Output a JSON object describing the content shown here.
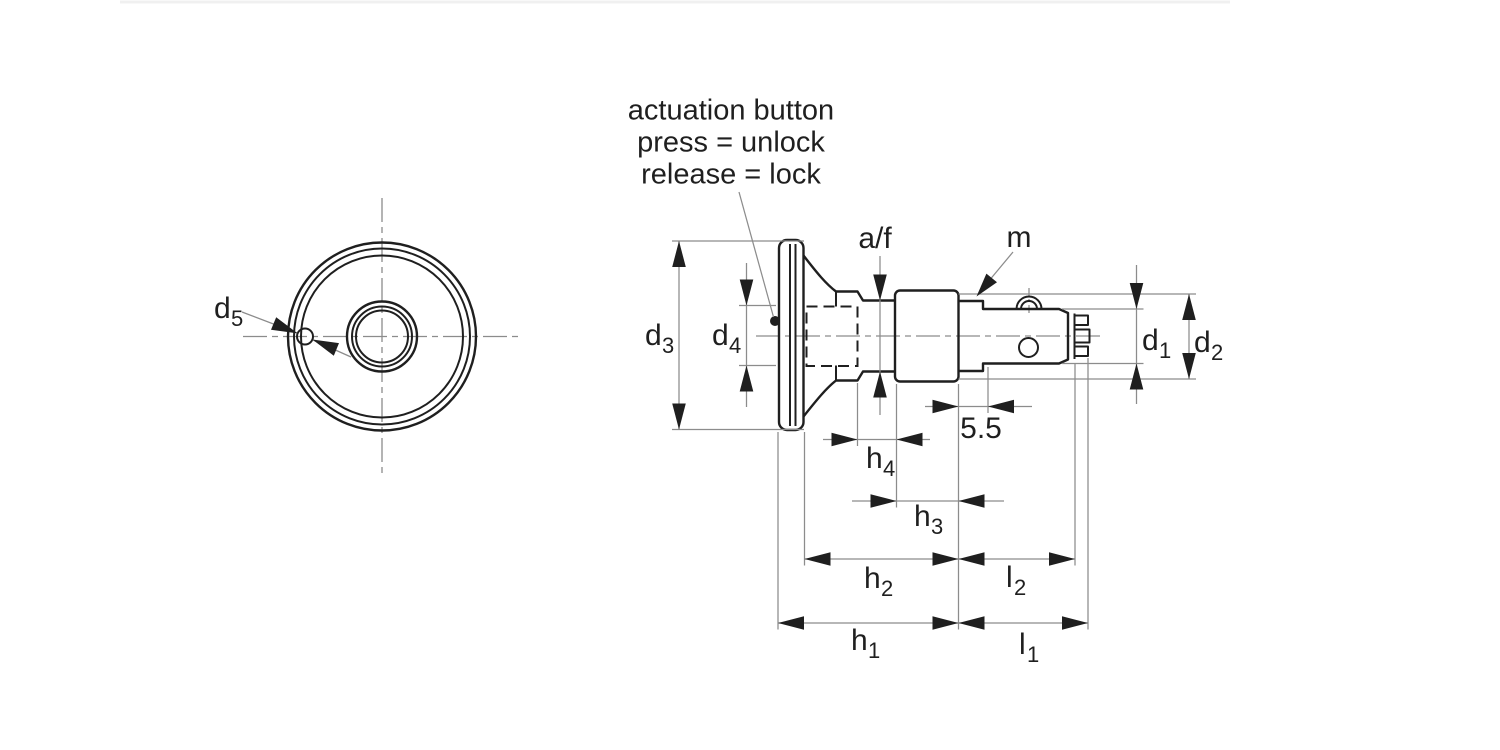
{
  "annotation": {
    "line1": "actuation button",
    "line2": "press = unlock",
    "line3": "release = lock"
  },
  "labels": {
    "d5": {
      "base": "d",
      "sub": "5"
    },
    "d3": {
      "base": "d",
      "sub": "3"
    },
    "d4": {
      "base": "d",
      "sub": "4"
    },
    "d1": {
      "base": "d",
      "sub": "1"
    },
    "d2": {
      "base": "d",
      "sub": "2"
    },
    "h4": {
      "base": "h",
      "sub": "4"
    },
    "h3": {
      "base": "h",
      "sub": "3"
    },
    "h2": {
      "base": "h",
      "sub": "2"
    },
    "h1": {
      "base": "h",
      "sub": "1"
    },
    "l2": {
      "base": "l",
      "sub": "2"
    },
    "l1": {
      "base": "l",
      "sub": "1"
    },
    "af": "a/f",
    "m": "m",
    "thread_length": "5.5"
  },
  "colors": {
    "outline": "#1f1f1f",
    "thin_line": "#8c8c8c",
    "text": "#1f1f1f",
    "background": "#ffffff",
    "top_rule": "#f0f0f0"
  }
}
